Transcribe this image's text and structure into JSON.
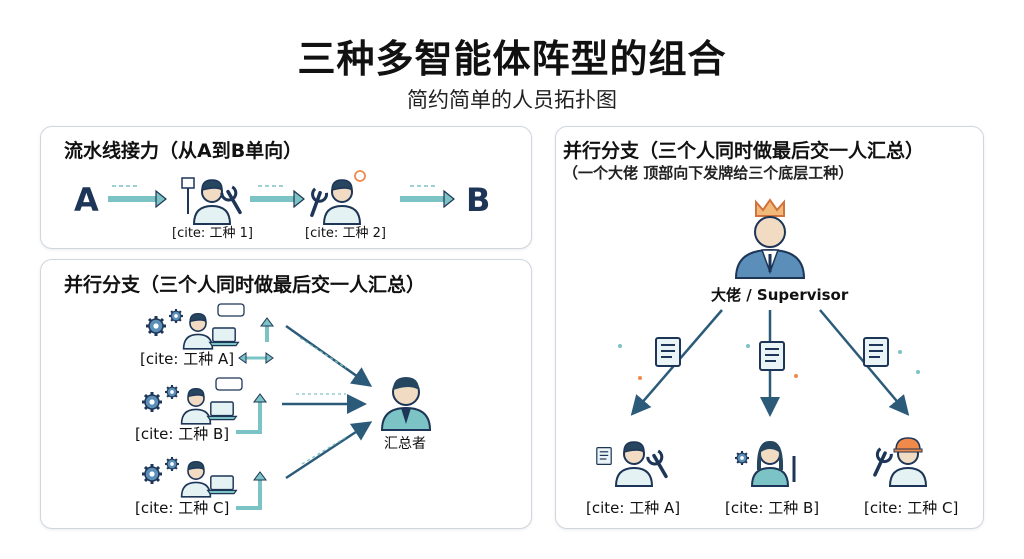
{
  "title": "三种多智能体阵型的组合",
  "subtitle": "简约简单的人员拓扑图",
  "pipeline": {
    "heading": "流水线接力（从A到B单向）",
    "start": "A",
    "end": "B",
    "worker1": "[cite: 工种 1]",
    "worker2": "[cite: 工种 2]"
  },
  "parallel": {
    "heading": "并行分支（三个人同时做最后交一人汇总）",
    "workers": [
      "[cite: 工种 A]",
      "[cite: 工种 B]",
      "[cite: 工种 C]"
    ],
    "aggregator": "汇总者"
  },
  "hierarchy": {
    "heading": "并行分支（三个人同时做最后交一人汇总）",
    "subheading": "（一个大佬 顶部向下发牌给三个底层工种）",
    "boss": "大佬 / Supervisor",
    "workers": [
      "[cite: 工种 A]",
      "[cite: 工种 B]",
      "[cite: 工种 C]"
    ]
  },
  "colors": {
    "navy": "#1d3557",
    "teal": "#7cc3c5",
    "skin": "#f1dcc3",
    "hair": "#26455f",
    "helmet": "#f08a4b",
    "crown": "#f1b97a"
  }
}
